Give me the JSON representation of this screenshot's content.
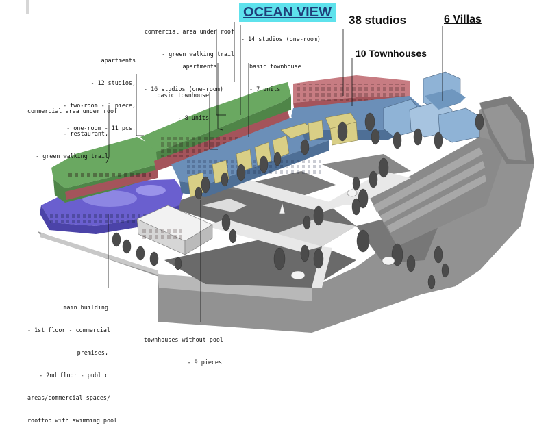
{
  "title": "OCEAN VIEW",
  "headline": {
    "studios": "38 studios",
    "villas": "6  Villas",
    "townhouses": "10 Townhouses"
  },
  "labels": {
    "commercial_top": [
      "commercial area under roof",
      "- green walking trail"
    ],
    "studios_top": [
      "- 14 studios (one-room)"
    ],
    "apartments_left": [
      "apartments",
      "- 12 studios,",
      "- two-room - 1 piece,",
      "- one-room - 11 pcs."
    ],
    "apartments_mid": [
      "apartments",
      "- 16 studios (one-room)"
    ],
    "basic_townhouse_right": [
      "basic townhouse",
      "- 7 units"
    ],
    "basic_townhouse_mid": [
      "basic townhouse",
      "- 8 units"
    ],
    "commercial_left": [
      "commercial area under roof",
      "- restaurant,",
      "- green walking trail"
    ],
    "main_building": [
      "main building",
      "- 1st floor - commercial",
      "premises,",
      "- 2nd floor - public",
      "areas/commercial spaces/",
      "rooftop with swimming pool"
    ],
    "townhouses_without_pool": [
      "townhouses without pool",
      "- 9 pieces"
    ]
  },
  "colors": {
    "title_bg": "#5ee2ec",
    "title_text": "#1f3f7a",
    "commercial_roof": "#6aa861",
    "main_building": "#6a5fcf",
    "apartments": "#a4545b",
    "townhouse_block": "#6b8fb8",
    "basic_townhouse": "#d9cf86",
    "villas": "#8fb3d6",
    "ground": "#8c8c8c",
    "trees": "#4b4b4b"
  }
}
